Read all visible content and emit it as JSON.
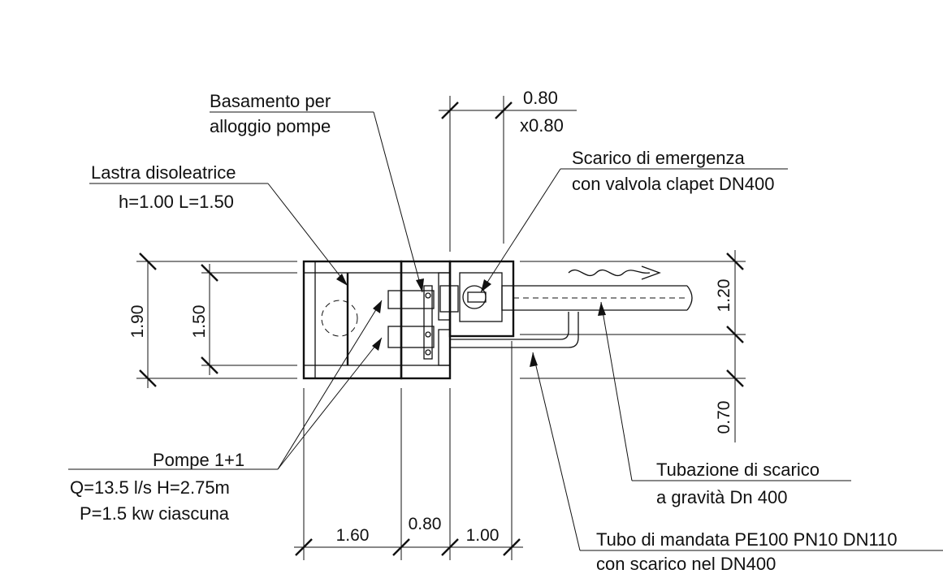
{
  "labels": {
    "basamento_1": "Basamento per",
    "basamento_2": "alloggio pompe",
    "lastra_1": "Lastra disoleatrice",
    "lastra_2": "h=1.00  L=1.50",
    "scarico_1": "Scarico di emergenza",
    "scarico_2": "con valvola clapet DN400",
    "valve_dim_1": "0.80",
    "valve_dim_2": "x0.80",
    "pompe_1": "Pompe 1+1",
    "pompe_2": "Q=13.5 l/s H=2.75m",
    "pompe_3": "P=1.5 kw ciascuna",
    "tubazione_1": "Tubazione di scarico",
    "tubazione_2": "a gravità Dn 400",
    "tubo_1": "Tubo di mandata PE100 PN10 DN110",
    "tubo_2": "con scarico nel DN400"
  },
  "dimensions": {
    "left_outer": "1.90",
    "left_inner": "1.50",
    "right_upper": "1.20",
    "right_lower": "0.70",
    "bottom_1": "1.60",
    "bottom_2": "0.80",
    "bottom_3": "1.00"
  }
}
